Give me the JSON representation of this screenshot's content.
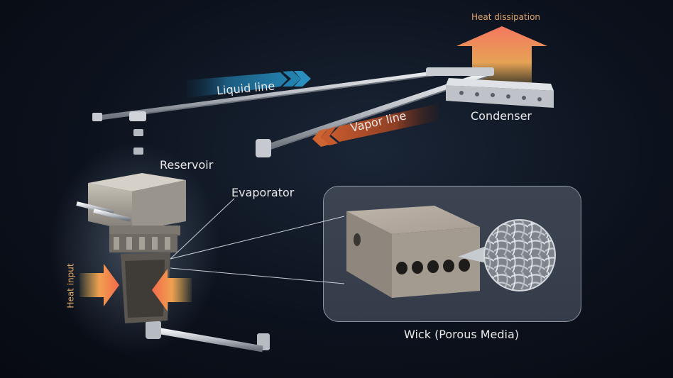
{
  "labels": {
    "heat_dissipation": "Heat dissipation",
    "liquid_line": "Liquid line",
    "vapor_line": "Vapor line",
    "condenser": "Condenser",
    "reservoir": "Reservoir",
    "evaporator": "Evaporator",
    "heat_input": "Heat input",
    "wick": "Wick (Porous Media)"
  },
  "colors": {
    "liquid_arrow": "#1f6f93",
    "vapor_arrow": "#b0532e",
    "heat_out_arrow": "#f07d5a",
    "heat_in_arrow": "#f58a53",
    "pipe": "#c9ccd1",
    "panel": "#3a414e"
  }
}
